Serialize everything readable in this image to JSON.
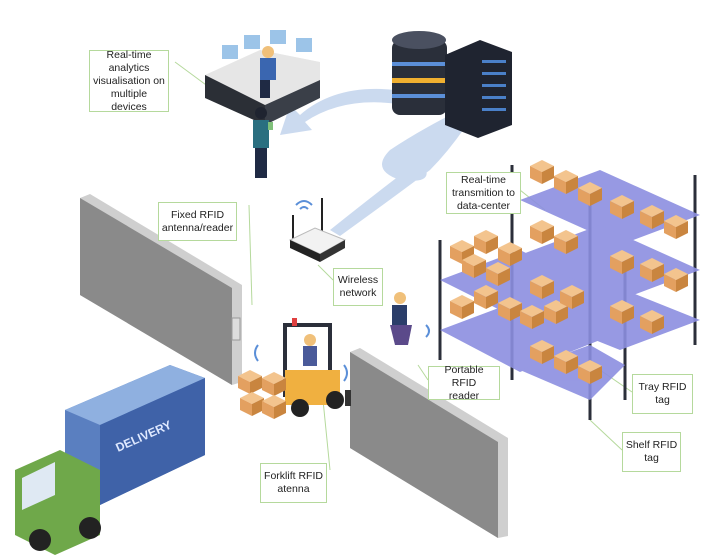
{
  "labels": {
    "analytics": "Real-time\nanalytics\nvisualisation on\nmultiple devices",
    "fixed_rfid": "Fixed RFID\nantenna/reader",
    "transmission": "Real-time\ntransmition to\ndata-center",
    "wireless": "Wireless\nnetwork",
    "portable": "Portable RFID\nreader",
    "tray": "Tray RFID\ntag",
    "shelf": "Shelf RFID\ntag",
    "forklift": "Forklift RFID\natenna"
  },
  "truck_text": "DELIVERY",
  "colors": {
    "label_border": "#b5d99c",
    "wall": "#8a8a8a",
    "box": "#e8a860",
    "shelf": "#8c8fe0",
    "flow": "#c6d6ee",
    "truck_cab": "#6fa84a",
    "truck_body": "#5a7fc0"
  }
}
